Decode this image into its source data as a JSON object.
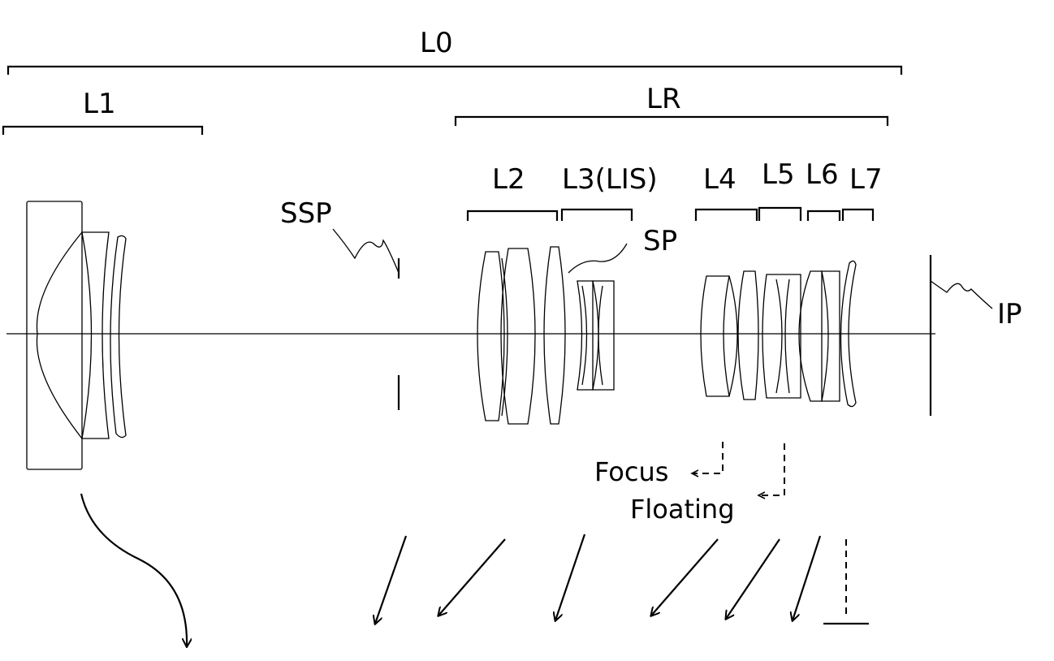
{
  "labels": {
    "l0": "L0",
    "l1": "L1",
    "lr": "LR",
    "l2": "L2",
    "l3": "L3(LIS)",
    "l4": "L4",
    "l5": "L5",
    "l6": "L6",
    "l7": "L7",
    "ssp": "SSP",
    "sp": "SP",
    "ip": "IP",
    "focus": "Focus",
    "floating": "Floating"
  }
}
